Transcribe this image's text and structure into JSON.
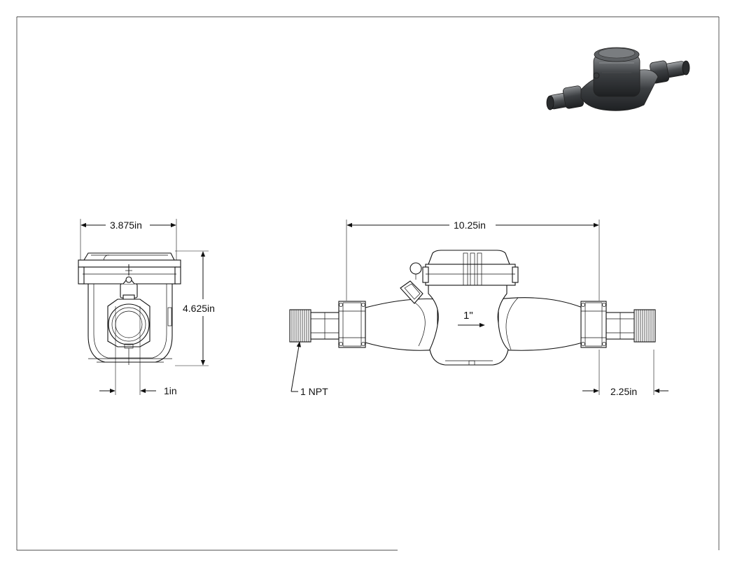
{
  "drawing": {
    "front_view": {
      "width_dim": "3.875in",
      "height_dim": "4.625in",
      "bore_dim": "1in"
    },
    "side_view": {
      "length_dim": "10.25in",
      "thread_callout": "1 NPT",
      "tail_dim": "2.25in",
      "body_marking": "1\""
    },
    "thumbnail": {
      "icon": "water-meter-3d-icon"
    }
  }
}
